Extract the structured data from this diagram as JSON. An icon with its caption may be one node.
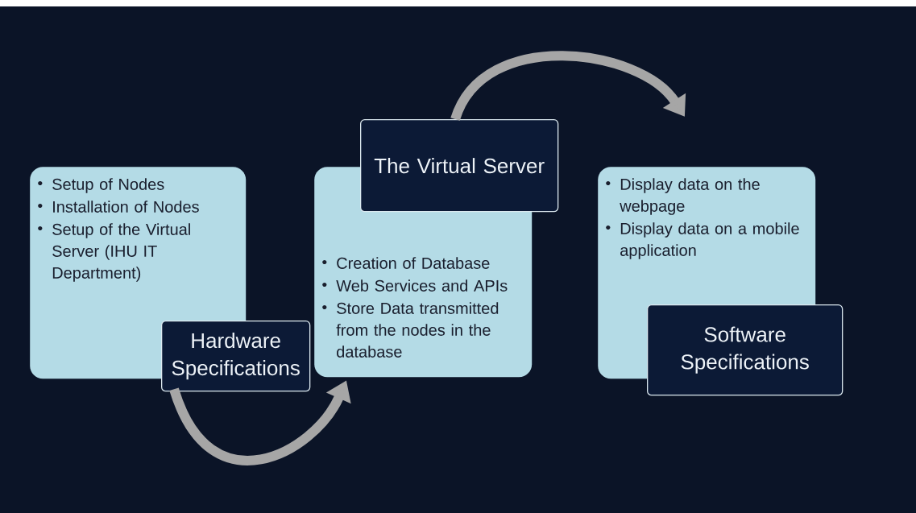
{
  "diagram": {
    "nodes": [
      {
        "text": [
          "Setup of Nodes",
          "Installation of Nodes",
          "Setup of the Virtual Server (IHU IT Department)"
        ]
      },
      {
        "text": [
          "Hardware Specifications"
        ]
      },
      {
        "text": [
          "Creation of Database",
          "Web Services and APIs",
          "Store Data transmitted from the nodes in the database"
        ]
      },
      {
        "text": [
          "The Virtual Server"
        ]
      },
      {
        "text": [
          "Display data on the webpage",
          "Display data on a mobile application"
        ]
      },
      {
        "text": [
          "Software Specifications"
        ]
      }
    ],
    "edges": [
      {
        "from": 1,
        "to": 2,
        "arrow": "to"
      },
      {
        "from": 3,
        "to": 4,
        "arrow": "to"
      }
    ]
  }
}
